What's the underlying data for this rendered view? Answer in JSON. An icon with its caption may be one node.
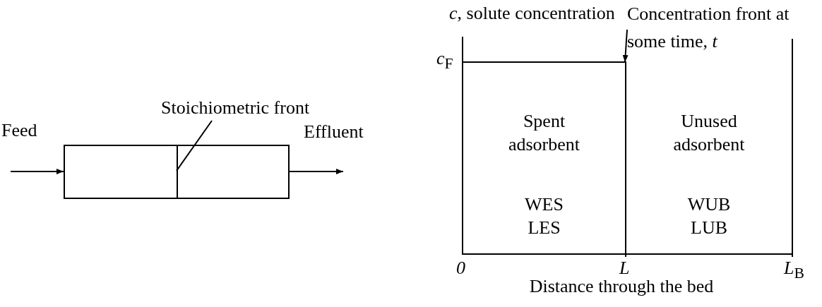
{
  "diagram": {
    "nodes": [
      {
        "text": [
          "Stoichiometric front"
        ]
      },
      {
        "text": [],
        "shape": "box"
      },
      {
        "text": [
          "Concentration front at some time, *t*"
        ]
      },
      {
        "text": [
          "Spent adsorbent",
          "WES",
          "LES"
        ]
      },
      {
        "text": [
          "Unused adsorbent",
          "WUB",
          "LUB"
        ]
      }
    ],
    "edges": [
      {
        "from": null,
        "to": 1,
        "arrow": "to",
        "label": "Feed"
      },
      {
        "from": 1,
        "to": null,
        "arrow": "to",
        "label": "Effluent"
      },
      {
        "from": 0,
        "to": 1,
        "arrow": "none"
      },
      {
        "from": 2,
        "to": 3,
        "arrow": "to"
      }
    ],
    "labels": [
      "*c*, solute concentration",
      "*c*$_{F}$",
      "0",
      "L",
      "*L*$_{B}$",
      "Distance through the bed"
    ]
  }
}
